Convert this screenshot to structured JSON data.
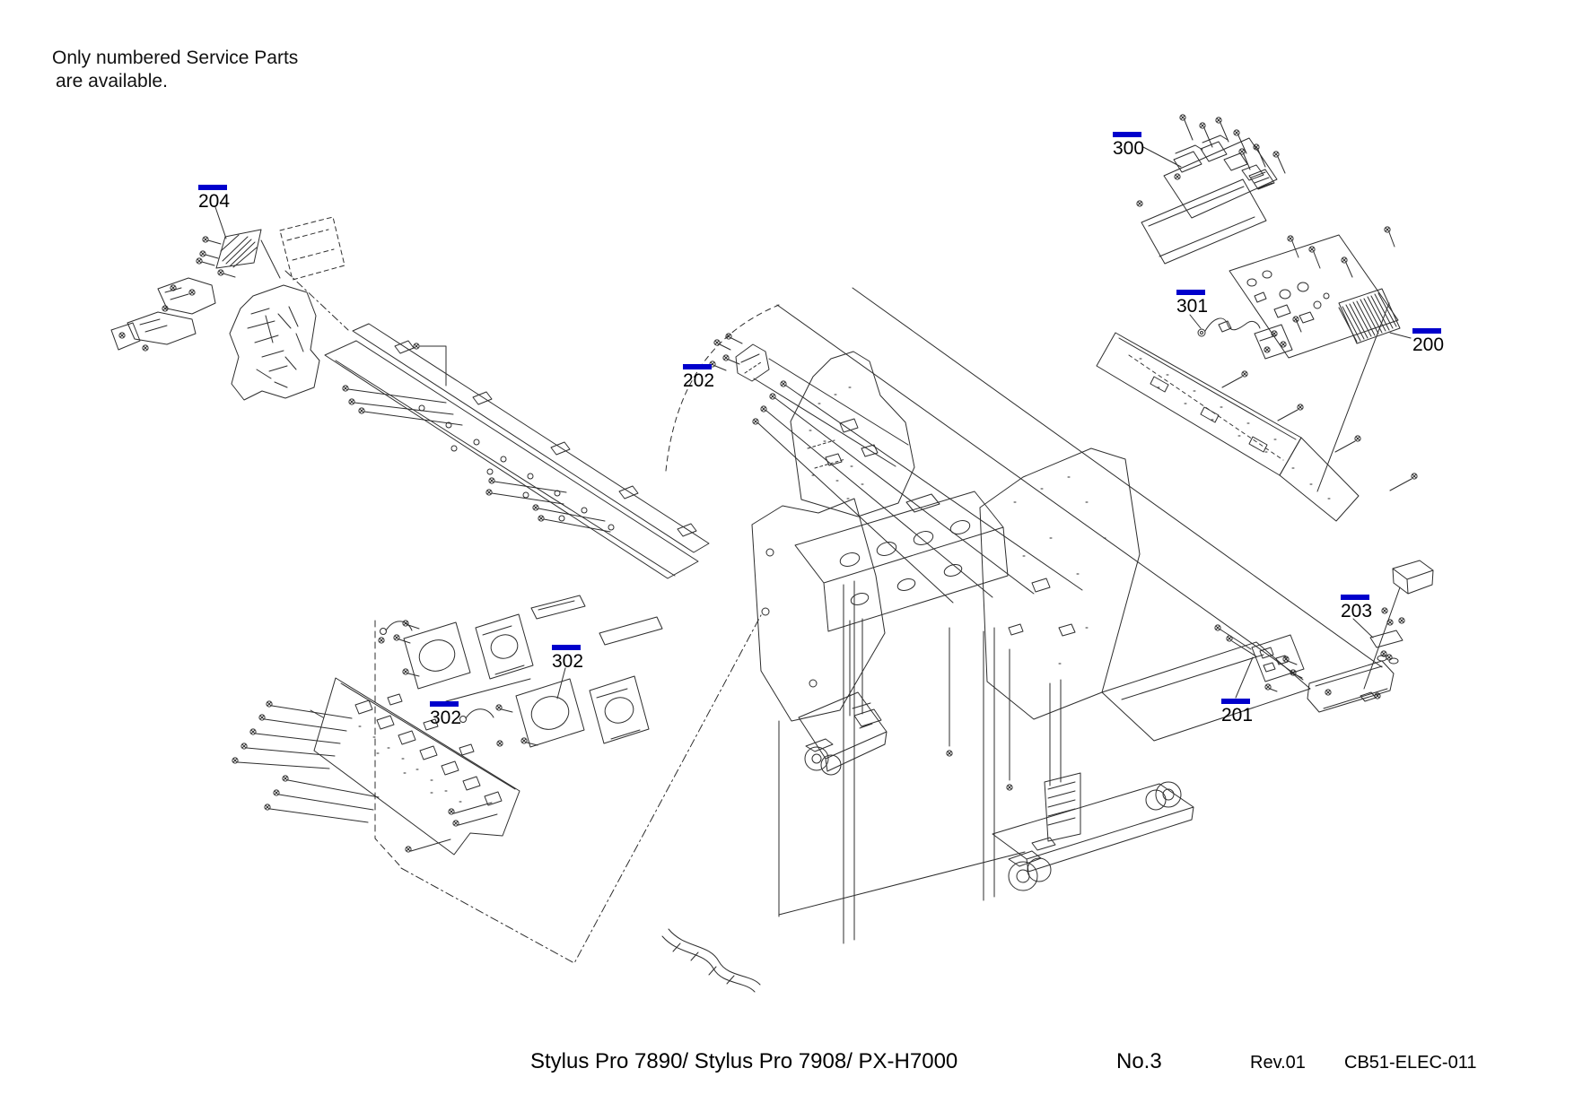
{
  "note": {
    "line1": "Only numbered Service Parts",
    "line2": "are available."
  },
  "part_labels": [
    {
      "id": "204",
      "text": "204"
    },
    {
      "id": "300",
      "text": "300"
    },
    {
      "id": "301",
      "text": "301"
    },
    {
      "id": "200",
      "text": "200"
    },
    {
      "id": "202",
      "text": "202"
    },
    {
      "id": "302-upper",
      "text": "302"
    },
    {
      "id": "302-lower",
      "text": "302"
    },
    {
      "id": "203",
      "text": "203"
    },
    {
      "id": "201",
      "text": "201"
    }
  ],
  "footer": {
    "models": "Stylus Pro 7890/ Stylus Pro 7908/ PX-H7000",
    "sheet_no": "No.3",
    "revision": "Rev.01",
    "document_code": "CB51-ELEC-011"
  },
  "colors": {
    "label_bar": "#0000cc",
    "line_art": "#2e2e2e"
  }
}
